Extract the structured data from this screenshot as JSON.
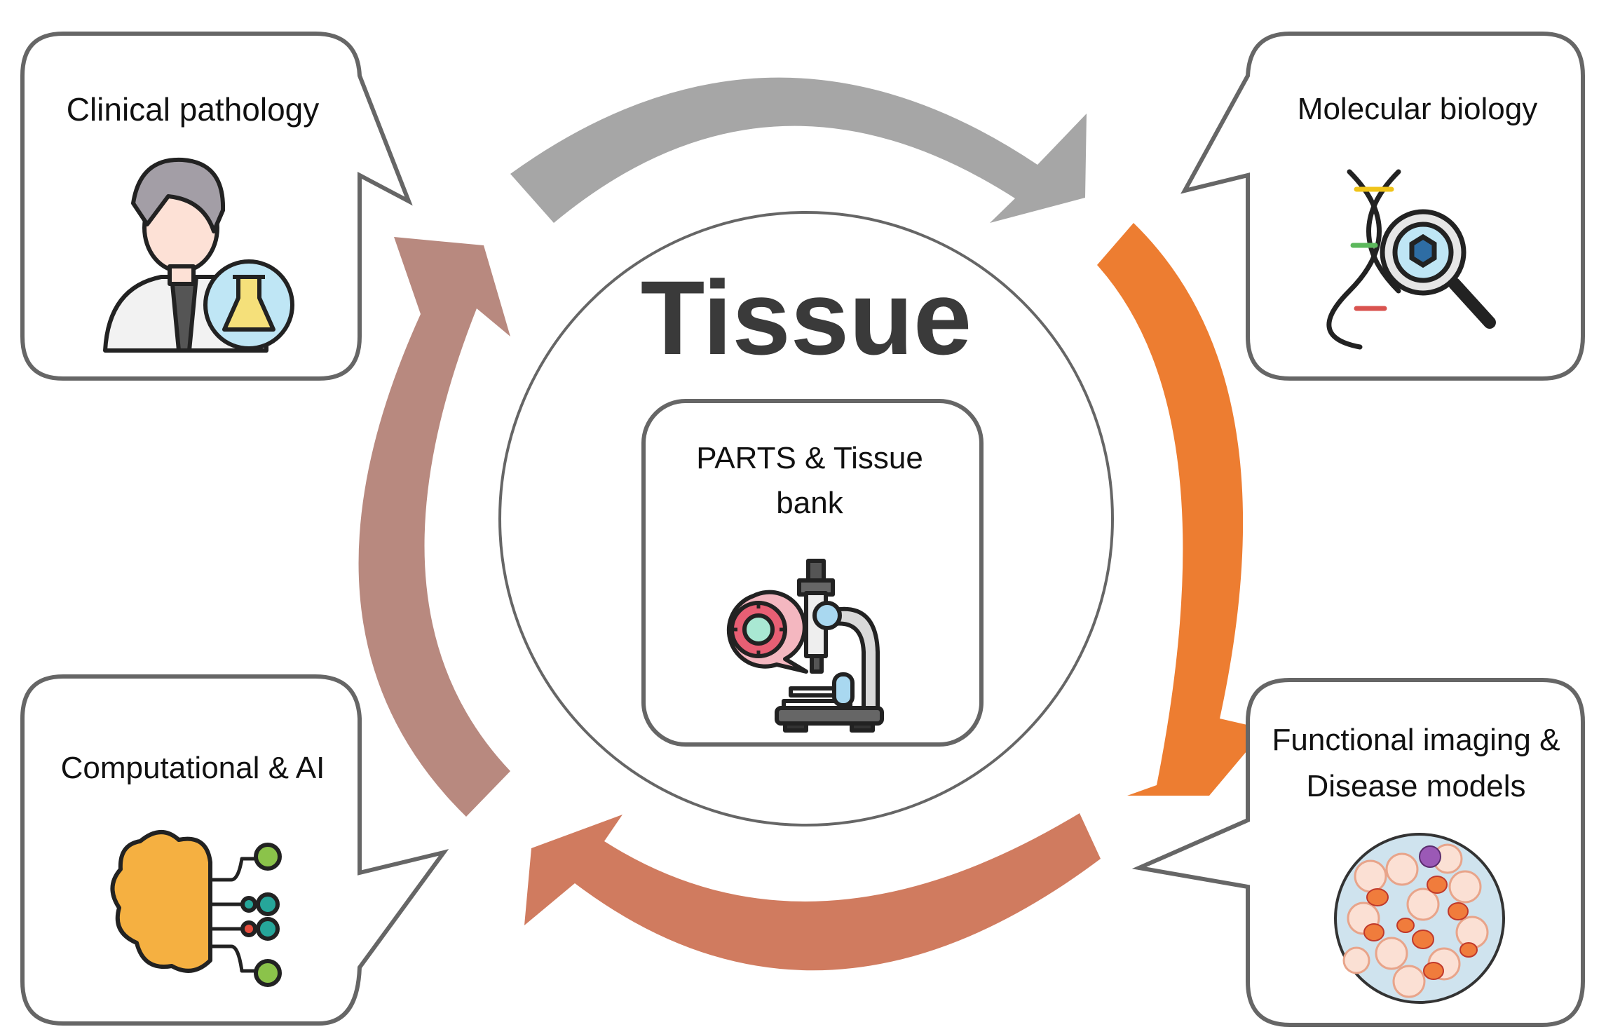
{
  "center": {
    "title": "Tissue",
    "box_label_line1": "PARTS & Tissue",
    "box_label_line2": "bank",
    "icon": "microscope-icon"
  },
  "corners": {
    "clinical": {
      "label": "Clinical pathology",
      "icon": "pathologist-icon"
    },
    "molecular": {
      "label": "Molecular biology",
      "icon": "dna-magnifier-icon"
    },
    "functional": {
      "label_line1": "Functional imaging &",
      "label_line2": "Disease models",
      "icon": "cell-tissue-icon"
    },
    "computational": {
      "label": "Computational & AI",
      "icon": "ai-brain-icon"
    }
  },
  "colors": {
    "arrow_top": "#a6a6a6",
    "arrow_right": "#ed7d31",
    "arrow_bottom": "#d07b5f",
    "arrow_left": "#b8897f",
    "outline": "#666666",
    "title": "#3a3a3a"
  }
}
